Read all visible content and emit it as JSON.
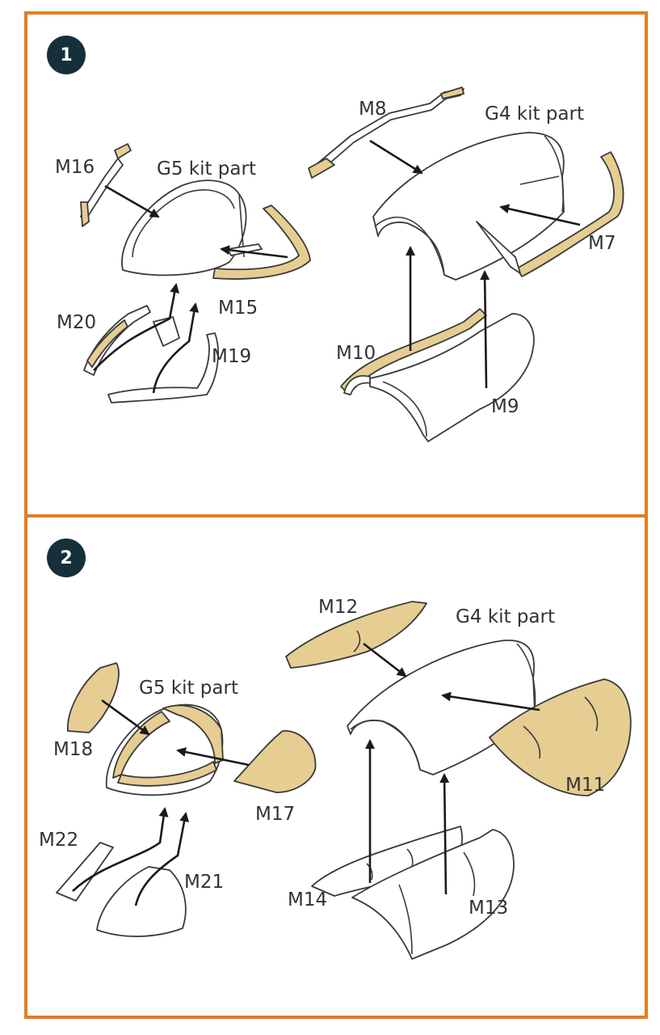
{
  "colors": {
    "border": "#e37d1f",
    "badge": "#15303a",
    "mask_fill": "#e6cd92",
    "arrow": "#1a1a1a"
  },
  "step1": {
    "number": "1",
    "labels": {
      "g5": "G5 kit part",
      "g4": "G4 kit part",
      "m7": "M7",
      "m8": "M8",
      "m9": "M9",
      "m10": "M10",
      "m15": "M15",
      "m16": "M16",
      "m19": "M19",
      "m20": "M20"
    }
  },
  "step2": {
    "number": "2",
    "labels": {
      "g5": "G5 kit part",
      "g4": "G4 kit part",
      "m11": "M11",
      "m12": "M12",
      "m13": "M13",
      "m14": "M14",
      "m17": "M17",
      "m18": "M18",
      "m21": "M21",
      "m22": "M22"
    }
  }
}
